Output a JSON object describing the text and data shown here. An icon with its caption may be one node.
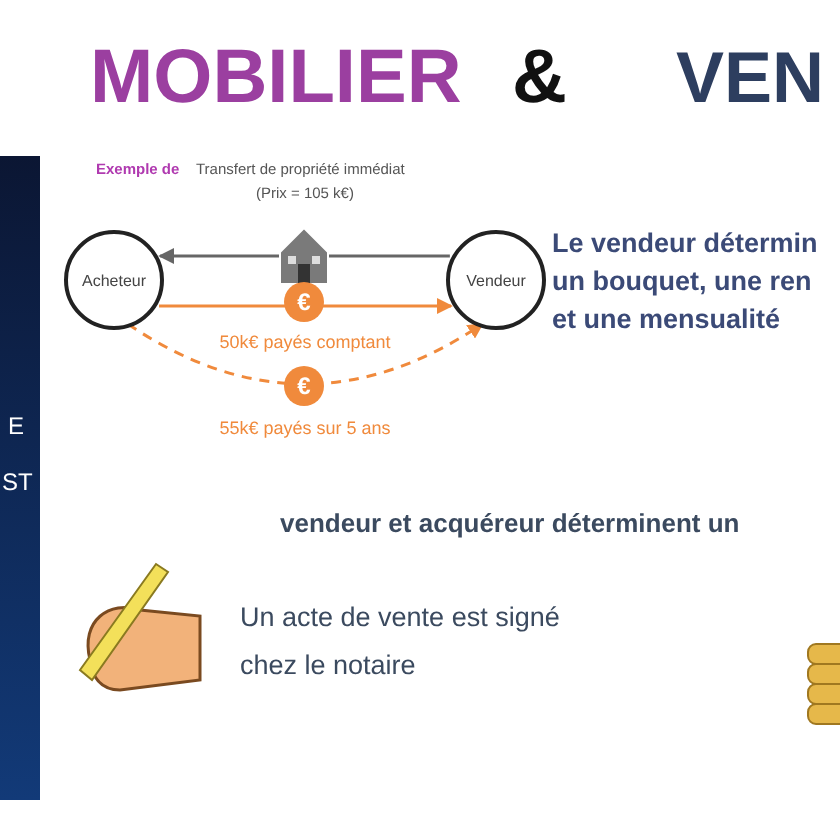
{
  "diagram": {
    "nodes": [
      {
        "text": [
          "Acheteur"
        ]
      },
      {
        "text": [
          "Vendeur"
        ]
      }
    ],
    "edges": [
      {
        "from": 1,
        "to": 0,
        "arrow": "to",
        "color": "#666666"
      },
      {
        "from": 0,
        "to": 1,
        "arrow": "to",
        "label": "50k€ payés comptant"
      },
      {
        "from": 0,
        "to": 1,
        "arrow": "to",
        "label": "55k€ payés sur 5 ans",
        "style": "dashed"
      }
    ],
    "labels": [
      "MOBILIER",
      "&",
      "VEN",
      "E",
      "ST",
      "Exemple de",
      "Transfert de propriété immédiat",
      "(Prix = 105 k€)",
      "€",
      "€",
      "Le vendeur détermin un bouquet, une ren et une mensualité",
      "vendeur et acquéreur déterminent un",
      "Un acte de vente est signé chez le notaire"
    ]
  }
}
